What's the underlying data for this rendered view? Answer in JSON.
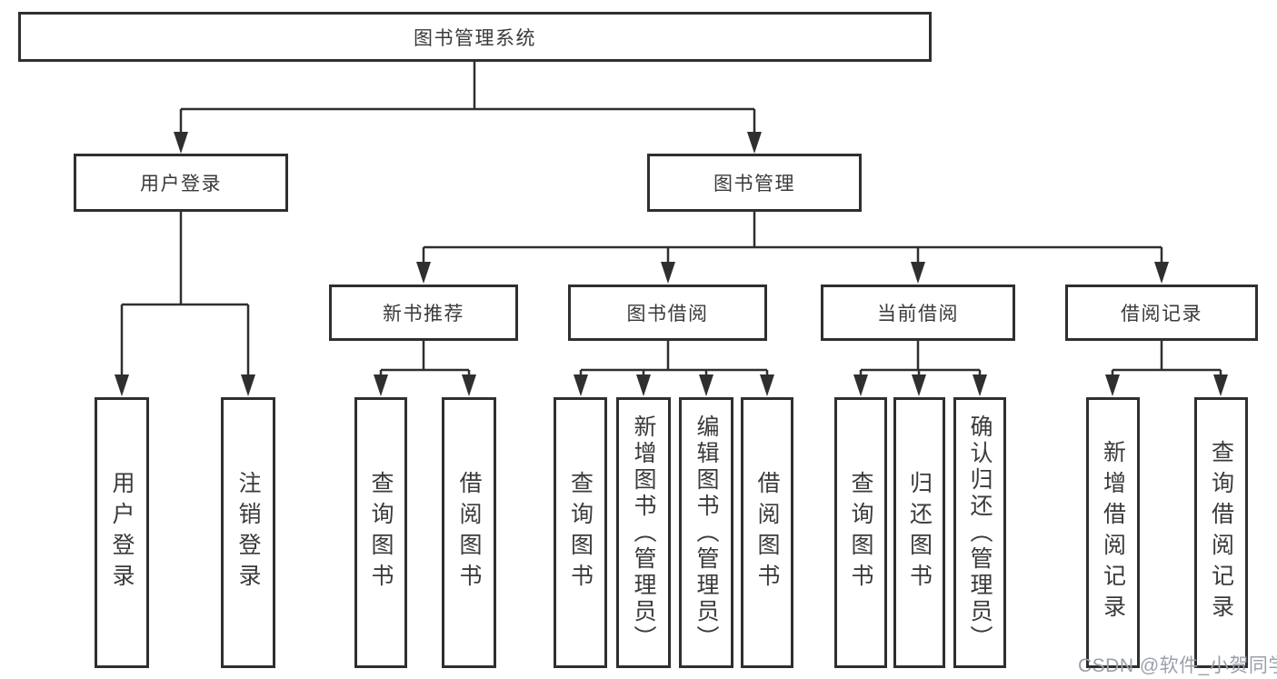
{
  "nodes": {
    "root": "图书管理系统",
    "user_login": "用户登录",
    "book_mgmt": "图书管理",
    "new_books": "新书推荐",
    "book_borrow": "图书借阅",
    "current_borrow": "当前借阅",
    "borrow_records": "借阅记录",
    "leaf_user_login": "用户登录",
    "leaf_logout": "注销登录",
    "leaf_nb_query": "查询图书",
    "leaf_nb_borrow": "借阅图书",
    "leaf_bb_query": "查询图书",
    "leaf_bb_add": "新增图书（管理员）",
    "leaf_bb_edit": "编辑图书（管理员）",
    "leaf_bb_borrow": "借阅图书",
    "leaf_cb_query": "查询图书",
    "leaf_cb_return": "归还图书",
    "leaf_cb_confirm": "确认归还（管理员）",
    "leaf_br_add": "新增借阅记录",
    "leaf_br_query": "查询借阅记录"
  },
  "watermark": "CSDN @软件_小贺同学",
  "colors": {
    "line": "#2f2f2f",
    "text": "#3a3a3a",
    "watermark": "#9aa0aa",
    "background": "#ffffff"
  }
}
